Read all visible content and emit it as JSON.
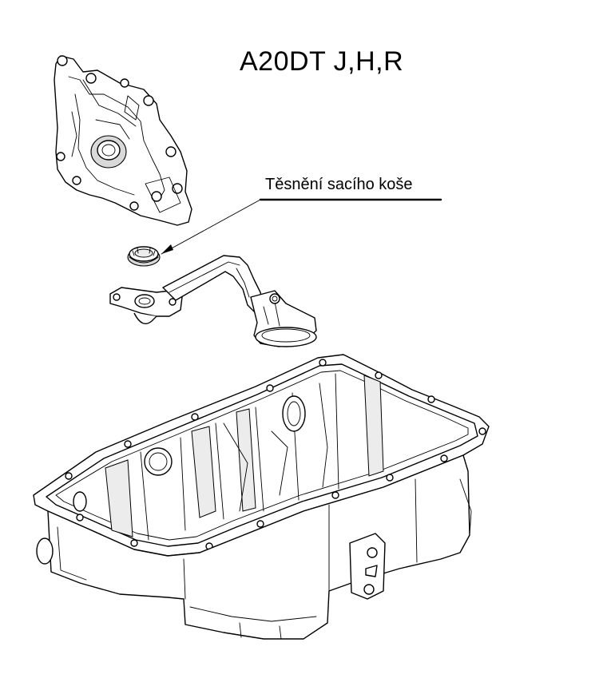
{
  "diagram": {
    "title": "A20DT J,H,R",
    "callout_label": "Těsnění sacího koše",
    "parts": {
      "oil_pump": "oil-pump-housing",
      "seal": "suction-strainer-seal",
      "pickup": "oil-pickup-tube",
      "sump": "oil-sump-pan"
    },
    "colors": {
      "line": "#000000",
      "background": "#ffffff",
      "shade": "#d9d9d9"
    }
  }
}
